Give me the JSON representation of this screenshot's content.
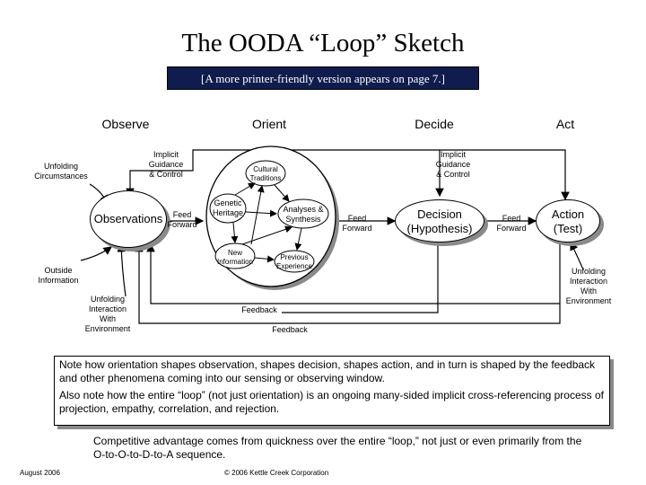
{
  "title": "The OODA “Loop” Sketch",
  "subtitle_note": "[A more printer-friendly version appears on page 7.]",
  "phases": {
    "observe": "Observe",
    "orient": "Orient",
    "decide": "Decide",
    "act": "Act"
  },
  "labels": {
    "unfolding_circumstances": "Unfolding\nCircumstances",
    "implicit_guidance_left": "Implicit\nGuidance\n& Control",
    "implicit_guidance_right": "Implicit\nGuidance\n& Control",
    "observations": "Observations",
    "feed_forward_1": "Feed\nForward",
    "feed_forward_2": "Feed\nForward",
    "feed_forward_3": "Feed\nForward",
    "cultural_traditions": "Cultural\nTraditions",
    "genetic_heritage": "Genetic\nHeritage",
    "analyses_synthesis": "Analyses &\nSynthesis",
    "new_information": "New\nInformation",
    "previous_experience": "Previous\nExperience",
    "decision": "Decision\n(Hypothesis)",
    "action": "Action\n(Test)",
    "outside_information": "Outside\nInformation",
    "unfolding_interaction_left": "Unfolding\nInteraction\nWith\nEnvironment",
    "unfolding_interaction_right": "Unfolding\nInteraction\nWith\nEnvironment",
    "feedback_1": "Feedback",
    "feedback_2": "Feedback"
  },
  "notes": {
    "note1": "Note how orientation shapes observation, shapes decision, shapes action, and in turn is shaped by the feedback and other phenomena coming into our sensing or observing window.",
    "note2": "Also note how the entire “loop” (not just orientation) is an ongoing many-sided implicit cross-referencing process of projection, empathy, correlation, and rejection."
  },
  "competitive": "Competitive advantage comes from quickness over the entire “loop,” not just or even primarily from the O-to-O-to-D-to-A sequence.",
  "footer": {
    "date": "August 2006",
    "copyright": "© 2006 Kettle Creek Corporation"
  }
}
